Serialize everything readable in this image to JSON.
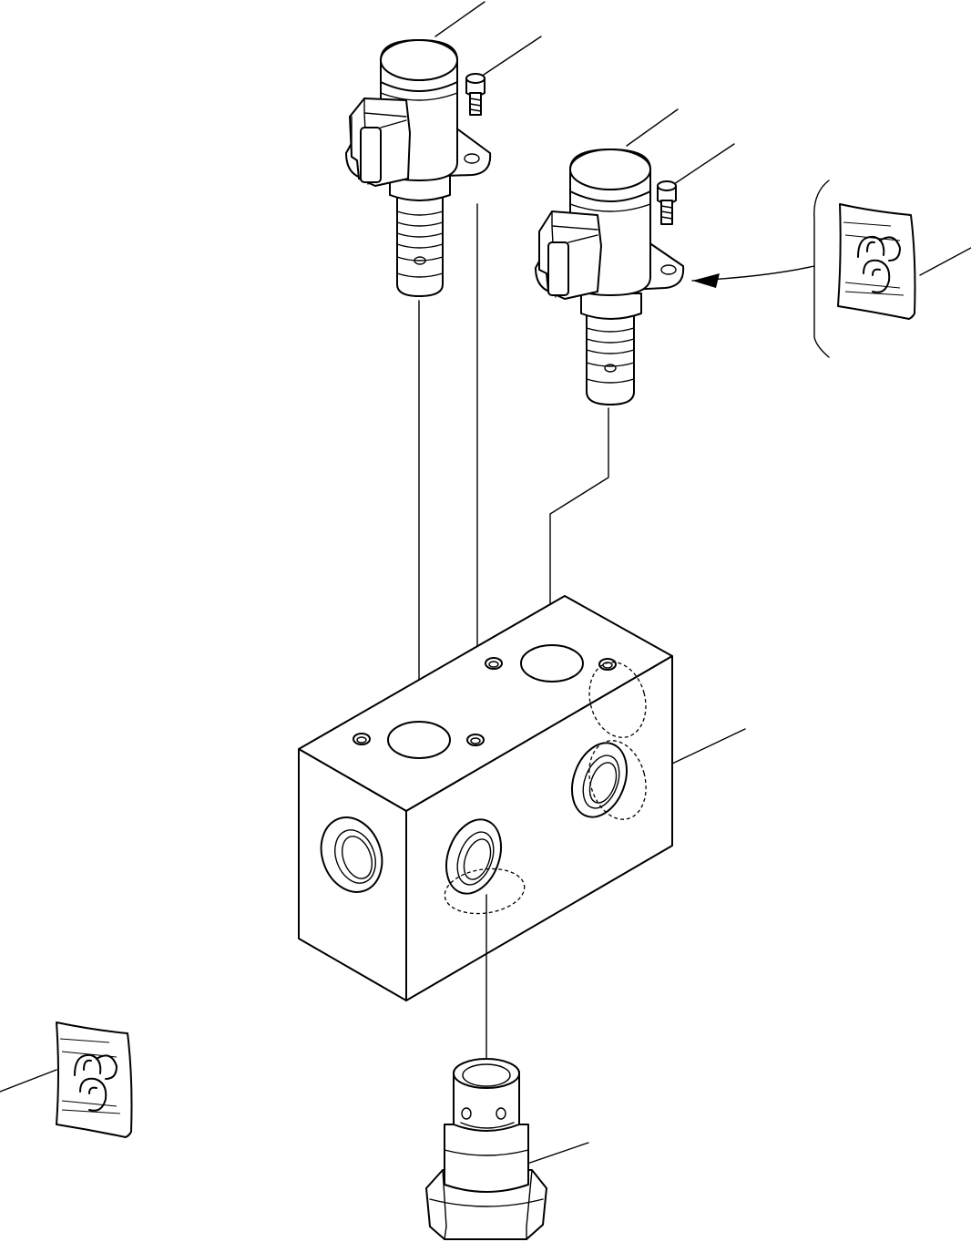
{
  "colors": {
    "line": "#000000",
    "background": "#ffffff"
  },
  "parts": [
    {
      "name": "solenoid-valve-upper",
      "kind": "solenoid cartridge valve with connector"
    },
    {
      "name": "solenoid-valve-lower",
      "kind": "solenoid cartridge valve with connector"
    },
    {
      "name": "cap-screw-upper",
      "kind": "socket head cap screw"
    },
    {
      "name": "cap-screw-lower",
      "kind": "socket head cap screw"
    },
    {
      "name": "valve-block",
      "kind": "manifold block"
    },
    {
      "name": "cartridge-plug",
      "kind": "cartridge with hex nut"
    },
    {
      "name": "sealant-tube",
      "kind": "thread sealant symbol"
    }
  ],
  "icons": [
    "sealant-tube-icon"
  ]
}
